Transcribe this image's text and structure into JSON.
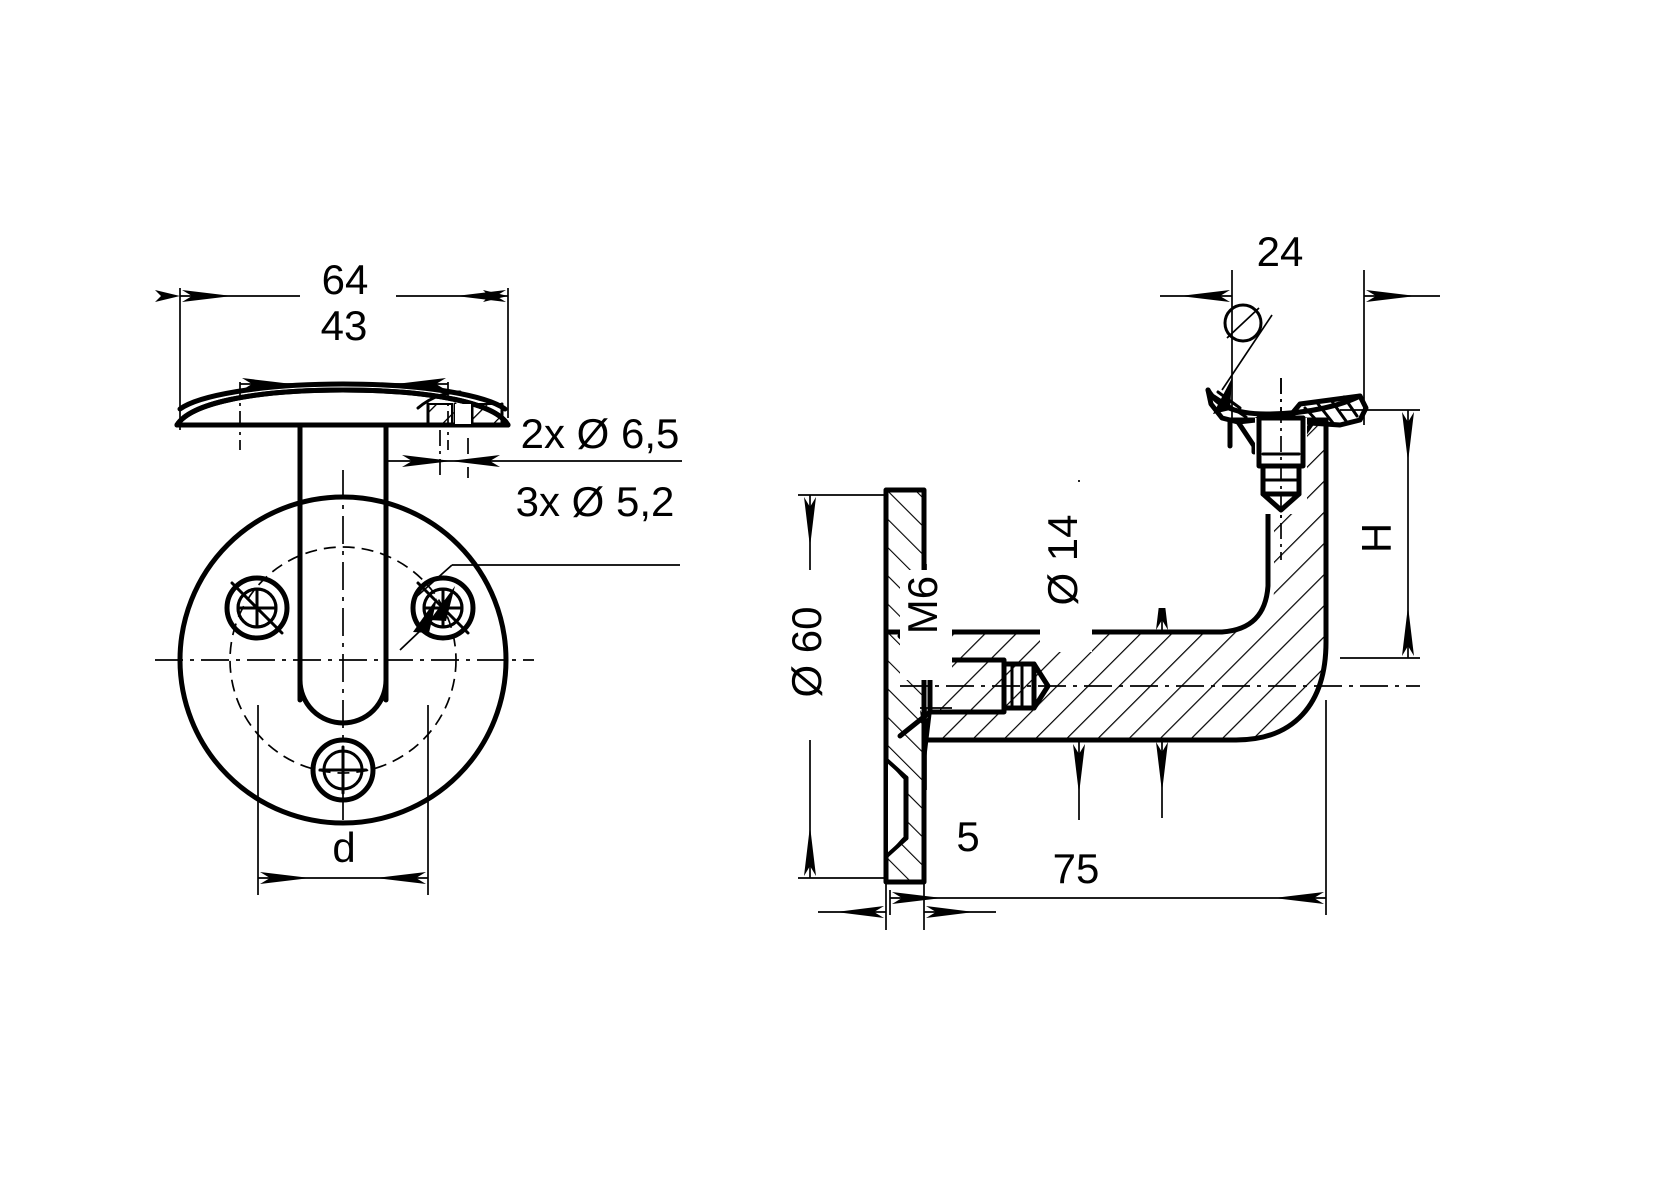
{
  "drawing": {
    "title": "Handrail bracket — technical dimension drawing",
    "background_color": "#ffffff",
    "line_color": "#000000",
    "views": [
      {
        "name": "front-view",
        "description": "Front elevation showing round wall plate with three countersunk screw holes and the saddle rail support seen edge-on"
      },
      {
        "name": "side-section-view",
        "description": "Side cross-section showing wall flange, arm and saddle with fixing screw"
      }
    ],
    "dimensions": {
      "saddle_width": "64",
      "saddle_inner": "43",
      "hole_callout_1": "2x Ø 6,5",
      "hole_callout_2": "3x Ø 5,2",
      "plate_diameter_label": "d",
      "saddle_radius_label": "24",
      "flange_diameter": "Ø 60",
      "thread": "M6",
      "arm_diameter": "Ø 14",
      "height_label": "H",
      "flange_thickness": "5",
      "projection": "75",
      "diameter_symbol": "⌀"
    }
  }
}
